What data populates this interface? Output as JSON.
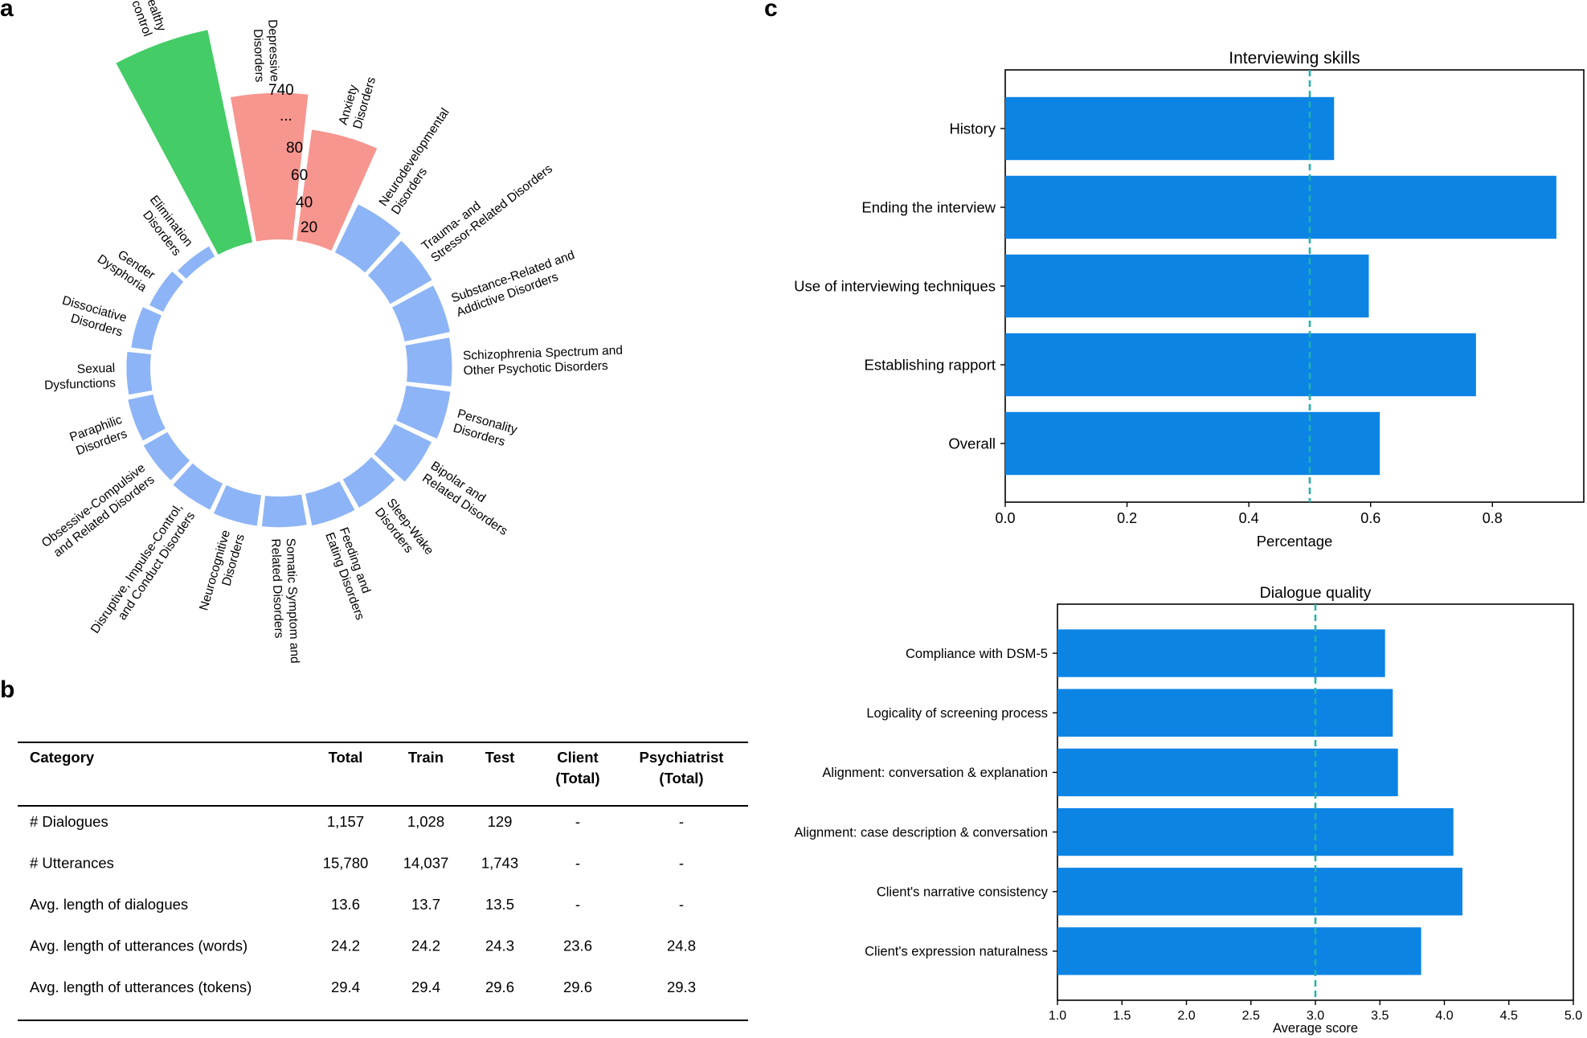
{
  "panel_labels": {
    "a": "a",
    "b": "b",
    "c": "c"
  },
  "colors": {
    "healthy": "#44cc66",
    "top_disorders": "#f7958f",
    "disorders": "#8db4f6",
    "bar": "#0c84e4",
    "threshold": "#20b2aa"
  },
  "radial": {
    "scale_labels": [
      "740",
      "...",
      "80",
      "60",
      "40",
      "20"
    ]
  },
  "table": {
    "headers": [
      [
        "Category"
      ],
      [
        "Total"
      ],
      [
        "Train"
      ],
      [
        "Test"
      ],
      [
        "Client",
        "(Total)"
      ],
      [
        "Psychiatrist",
        "(Total)"
      ]
    ],
    "rows": [
      [
        "# Dialogues",
        "1,157",
        "1,028",
        "129",
        "-",
        "-"
      ],
      [
        "# Utterances",
        "15,780",
        "14,037",
        "1,743",
        "-",
        "-"
      ],
      [
        "Avg. length of dialogues",
        "13.6",
        "13.7",
        "13.5",
        "-",
        "-"
      ],
      [
        "Avg. length of utterances (words)",
        "24.2",
        "24.2",
        "24.3",
        "23.6",
        "24.8"
      ],
      [
        "Avg. length of utterances (tokens)",
        "29.4",
        "29.4",
        "29.6",
        "29.6",
        "29.3"
      ]
    ]
  },
  "chart_data": [
    {
      "type": "bar",
      "orientation": "radial",
      "scale": "broken (20–80, then 740)",
      "categories": [
        [
          "Healthy",
          "control"
        ],
        [
          "Depressive",
          "Disorders"
        ],
        [
          "Anxiety",
          "Disorders"
        ],
        [
          "Neurodevelopmental",
          "Disorders"
        ],
        [
          "Trauma- and",
          "Stressor-Related Disorders"
        ],
        [
          "Substance-Related and",
          "Addictive Disorders"
        ],
        [
          "Schizophrenia Spectrum and",
          "Other Psychotic Disorders"
        ],
        [
          "Personality",
          "Disorders"
        ],
        [
          "Bipolar and",
          "Related Disorders"
        ],
        [
          "Sleep-Wake",
          "Disorders"
        ],
        [
          "Feeding and",
          "Eating Disorders"
        ],
        [
          "Somatic Symptom and",
          "Related Disorders"
        ],
        [
          "Neurocognitive",
          "Disorders"
        ],
        [
          "Disruptive, Impulse-Control,",
          "and Conduct Disorders"
        ],
        [
          "Obsessive-Compulsive",
          "and Related Disorders"
        ],
        [
          "Paraphilic",
          "Disorders"
        ],
        [
          "Sexual",
          "Dysfunctions"
        ],
        [
          "Dissociative",
          "Disorders"
        ],
        [
          "Gender",
          "Dysphoria"
        ],
        [
          "Elimination",
          "Disorders"
        ]
      ],
      "values": [
        740,
        82,
        62,
        28,
        25,
        24,
        23,
        23,
        21,
        16,
        16,
        15,
        15,
        14,
        13,
        12,
        11,
        9,
        6,
        4
      ],
      "color_groups": [
        "healthy",
        "top",
        "top",
        "rest",
        "rest",
        "rest",
        "rest",
        "rest",
        "rest",
        "rest",
        "rest",
        "rest",
        "rest",
        "rest",
        "rest",
        "rest",
        "rest",
        "rest",
        "rest",
        "rest"
      ]
    },
    {
      "type": "bar",
      "orientation": "horizontal",
      "title": "Interviewing skills",
      "xlabel": "Percentage",
      "categories": [
        "History",
        "Ending the interview",
        "Use of interviewing techniques",
        "Establishing rapport",
        "Overall"
      ],
      "values": [
        0.54,
        0.905,
        0.597,
        0.773,
        0.615
      ],
      "xlim": [
        0.0,
        0.95
      ],
      "xticks": [
        "0.0",
        "0.2",
        "0.4",
        "0.6",
        "0.8"
      ],
      "threshold": 0.5
    },
    {
      "type": "bar",
      "orientation": "horizontal",
      "title": "Dialogue quality",
      "xlabel": "Average score",
      "categories": [
        "Compliance with DSM-5",
        "Logicality of screening process",
        "Alignment: conversation & explanation",
        "Alignment: case description & conversation",
        "Client's narrative consistency",
        "Client's expression naturalness"
      ],
      "values": [
        3.54,
        3.6,
        3.64,
        4.07,
        4.14,
        3.82
      ],
      "xlim": [
        1.0,
        5.0
      ],
      "xticks": [
        "1.0",
        "1.5",
        "2.0",
        "2.5",
        "3.0",
        "3.5",
        "4.0",
        "4.5",
        "5.0"
      ],
      "threshold": 3.0
    }
  ]
}
